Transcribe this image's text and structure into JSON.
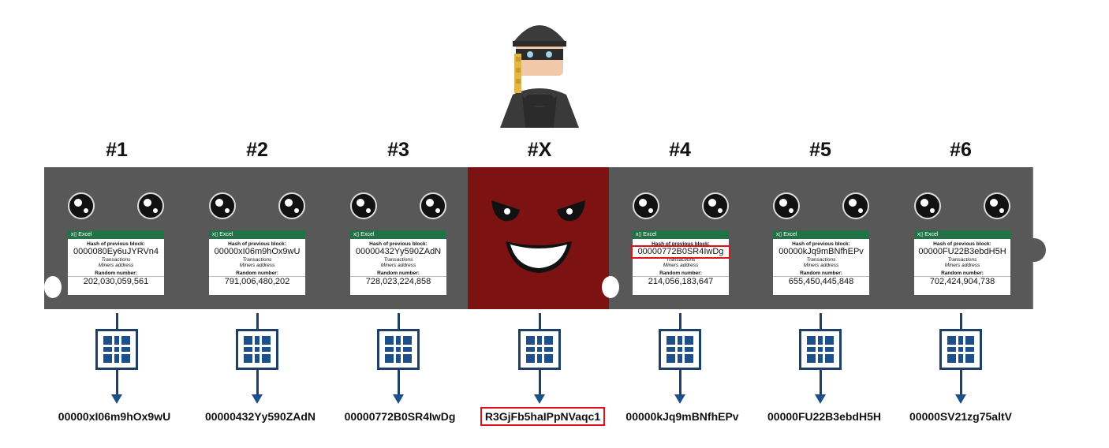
{
  "blocks": [
    {
      "title": "#1",
      "excel_label": "Excel",
      "prev_label": "Hash of previous block:",
      "prev_hash": "0000080Ey6uJYRVn4",
      "transactions": "Transactions",
      "miners": "Miners address",
      "random_label": "Random number:",
      "random": "202,030,059,561",
      "output_hash": "00000xI06m9hOx9wU"
    },
    {
      "title": "#2",
      "excel_label": "Excel",
      "prev_label": "Hash of previous block:",
      "prev_hash": "00000xI06m9hOx9wU",
      "transactions": "Transactions",
      "miners": "Miners address",
      "random_label": "Random number:",
      "random": "791,006,480,202",
      "output_hash": "00000432Yy590ZAdN"
    },
    {
      "title": "#3",
      "excel_label": "Excel",
      "prev_label": "Hash of previous block:",
      "prev_hash": "00000432Yy590ZAdN",
      "transactions": "Transactions",
      "miners": "Miners address",
      "random_label": "Random number:",
      "random": "728,023,224,858",
      "output_hash": "00000772B0SR4IwDg"
    },
    {
      "title": "#X",
      "malicious": true,
      "output_hash": "R3GjFb5haIPpNVaqc1"
    },
    {
      "title": "#4",
      "excel_label": "Excel",
      "prev_label": "Hash of previous block:",
      "prev_hash": "00000772B0SR4IwDg",
      "transactions": "Transactions",
      "miners": "Miners address",
      "random_label": "Random number:",
      "random": "214,056,183,647",
      "output_hash": "00000kJq9mBNfhEPv"
    },
    {
      "title": "#5",
      "excel_label": "Excel",
      "prev_label": "Hash of previous block:",
      "prev_hash": "00000kJq9mBNfhEPv",
      "transactions": "Transactions",
      "miners": "Miners address",
      "random_label": "Random number:",
      "random": "655,450,445,848",
      "output_hash": "00000FU22B3ebdH5H"
    },
    {
      "title": "#6",
      "excel_label": "Excel",
      "prev_label": "Hash of previous block:",
      "prev_hash": "00000FU22B3ebdH5H",
      "transactions": "Transactions",
      "miners": "Miners address",
      "random_label": "Random number:",
      "random": "702,424,904,738",
      "output_hash": "00000SV21zg75altV"
    }
  ],
  "colors": {
    "block": "#585858",
    "malicious_block": "#7c1212",
    "highlight": "#e0131a",
    "hash_icon": "#1d4f8a",
    "excel_header": "#217346"
  },
  "icons": {
    "thief": "thief-icon",
    "hash": "hash-icon",
    "evil_face": "evil-face-icon"
  }
}
